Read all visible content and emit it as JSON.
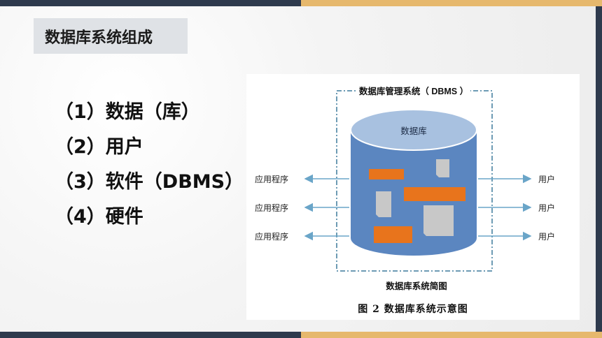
{
  "slide": {
    "title": "数据库系统组成",
    "bullets": [
      "（1）数据（库）",
      "（2）用户",
      "（3）软件（DBMS）",
      "（4）硬件"
    ]
  },
  "figure": {
    "dbms_label": "数据库管理系统（ DBMS ）",
    "cylinder_label": "数据库",
    "left_labels": [
      "应用程序",
      "应用程序",
      "应用程序"
    ],
    "right_labels": [
      "用户",
      "用户",
      "用户"
    ],
    "diagram_title": "数据库系统简图",
    "caption": "图 2  数据库系统示意图"
  },
  "colors": {
    "dark_bar": "#2e3a4d",
    "gold_bar": "#e6b86d",
    "cylinder_body": "#5b86c0",
    "cylinder_top": "#a8c1e0",
    "orange_block": "#e8741c",
    "gray_doc": "#c8c8c8",
    "arrow": "#6aa5c8",
    "dash_border": "#3d7a9c"
  }
}
